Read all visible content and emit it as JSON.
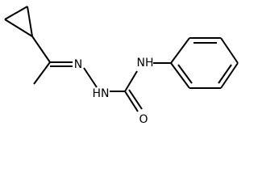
{
  "molecule": {
    "atoms": {
      "n_imine": "N",
      "nh_hydrazide": "HN",
      "nh_anilide": "NH",
      "o_carbonyl": "O"
    },
    "colors": {
      "bond": "#000000",
      "label": "#000000",
      "background": "#ffffff"
    }
  }
}
